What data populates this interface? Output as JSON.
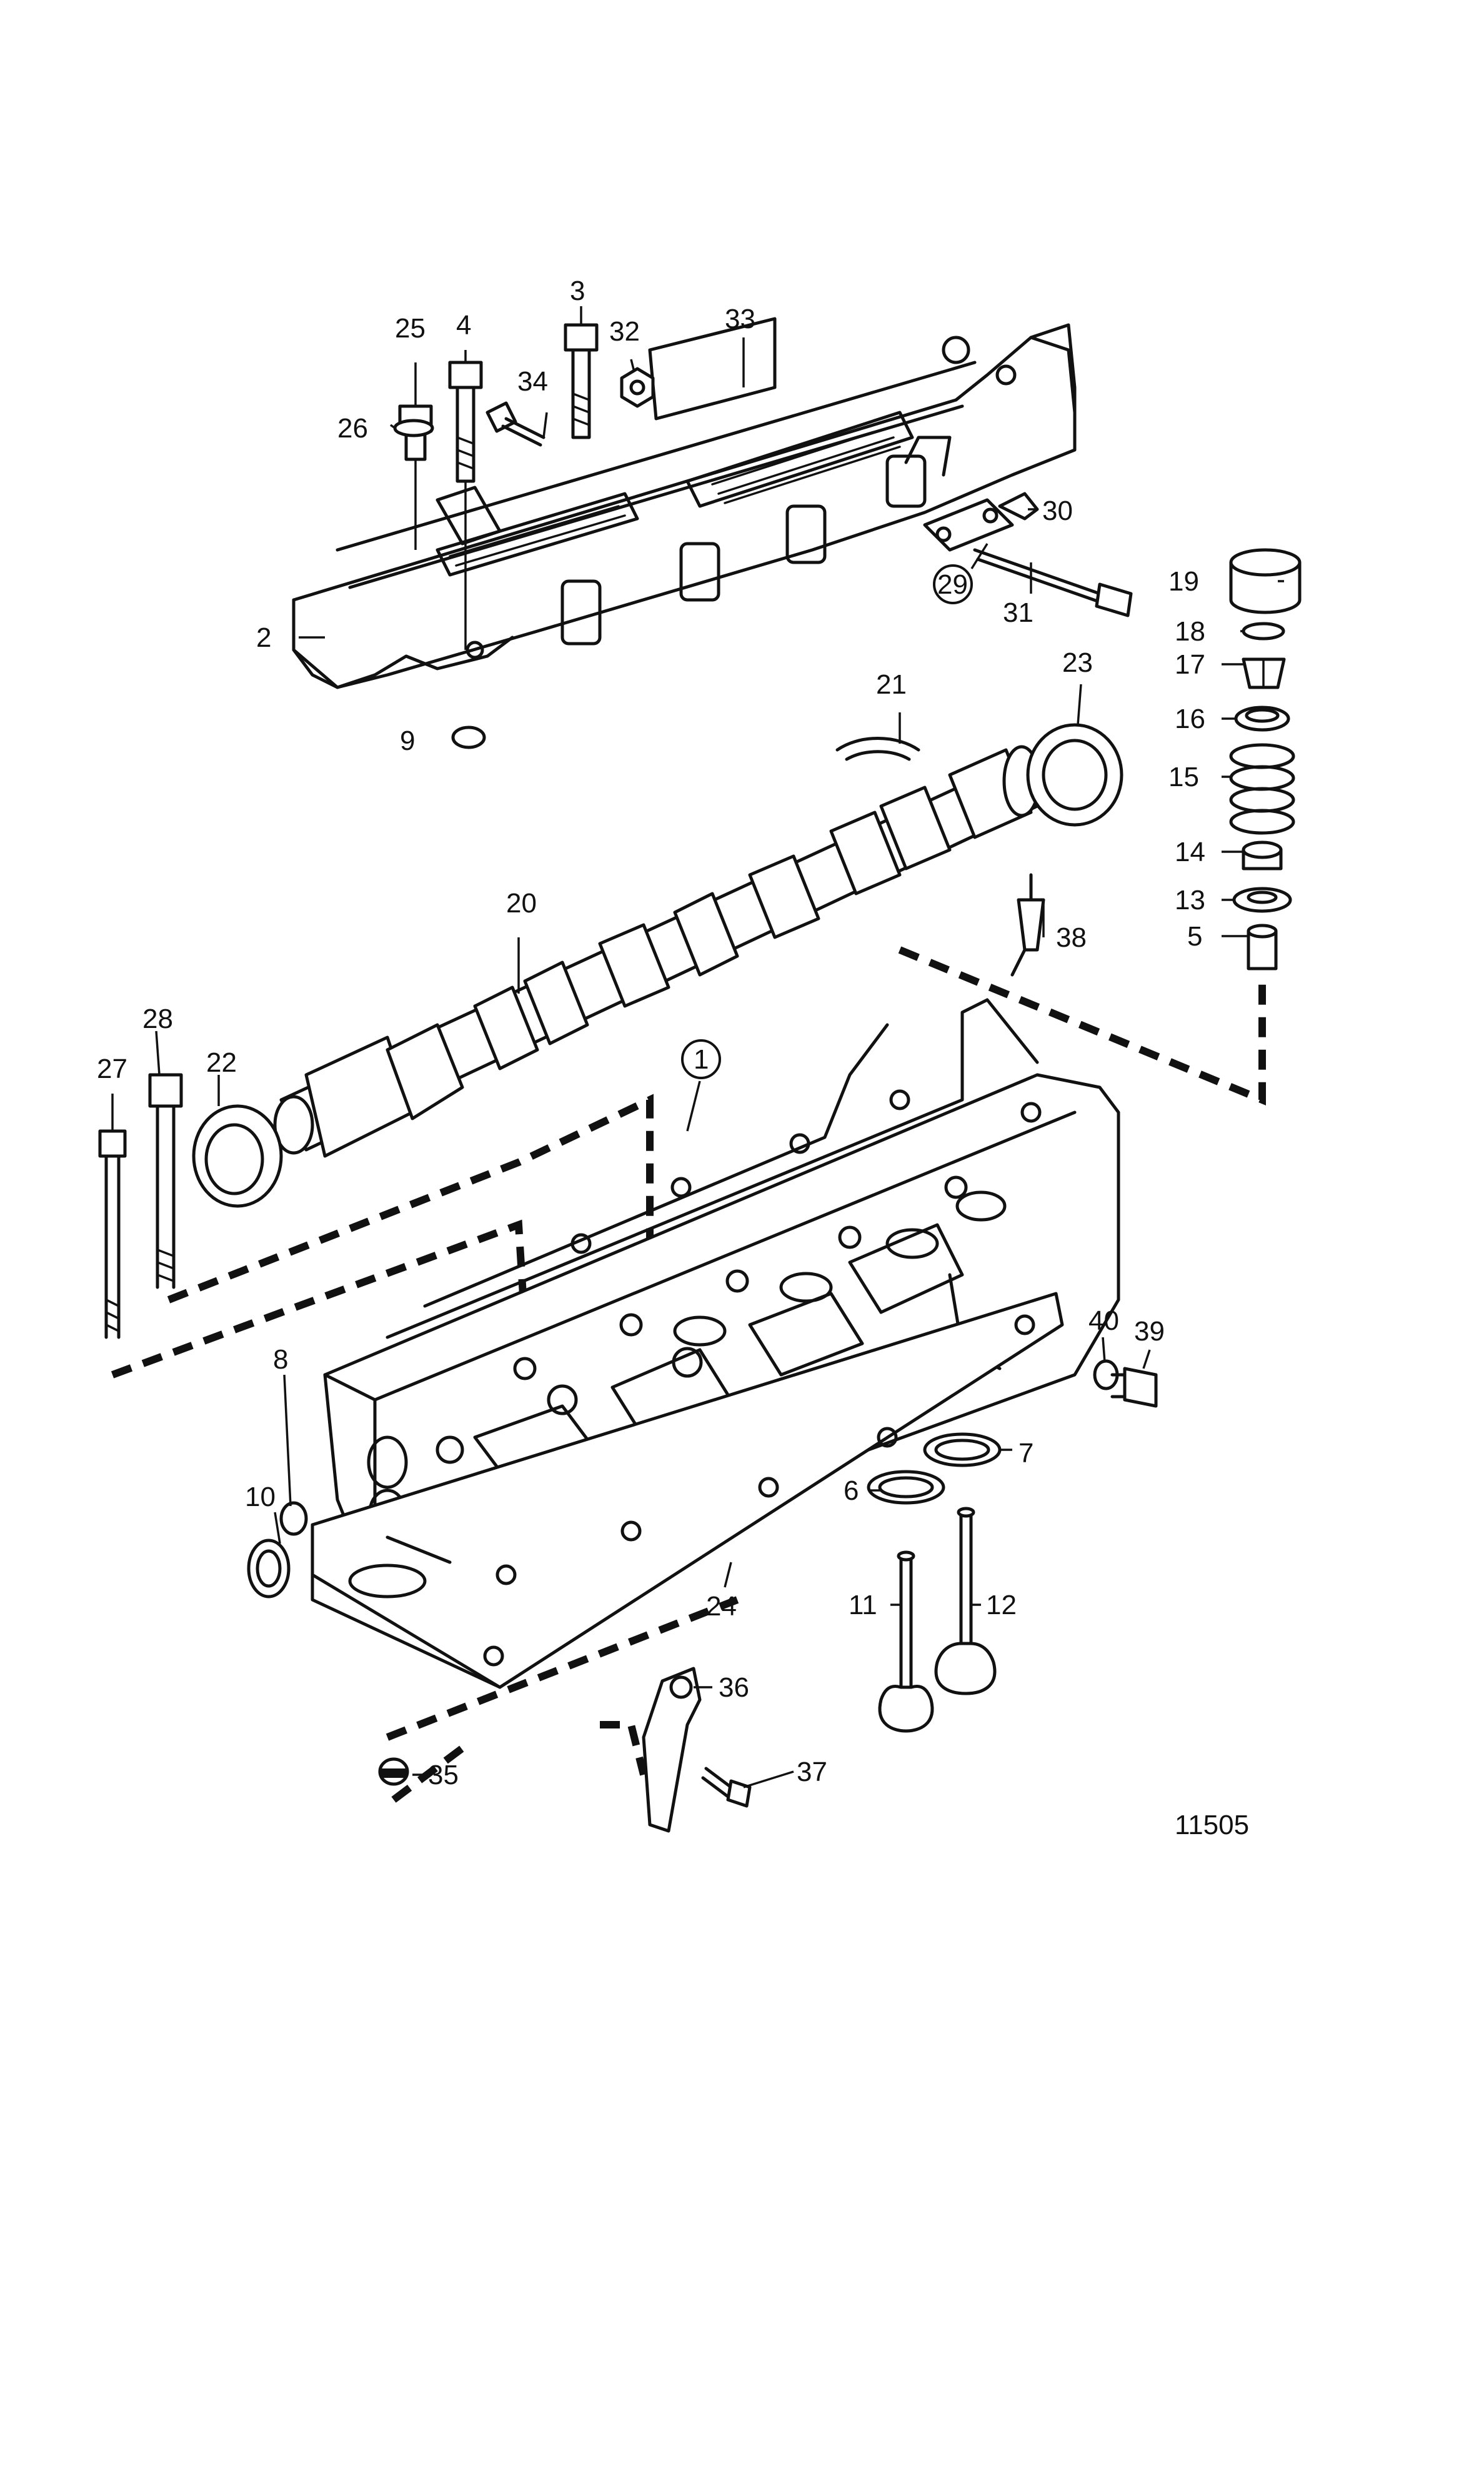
{
  "figure_number": "11505",
  "callouts": [
    {
      "id": "1",
      "label": "1",
      "circled": true
    },
    {
      "id": "2",
      "label": "2"
    },
    {
      "id": "3",
      "label": "3"
    },
    {
      "id": "4",
      "label": "4"
    },
    {
      "id": "5",
      "label": "5"
    },
    {
      "id": "6",
      "label": "6"
    },
    {
      "id": "7",
      "label": "7"
    },
    {
      "id": "8",
      "label": "8"
    },
    {
      "id": "9",
      "label": "9"
    },
    {
      "id": "10",
      "label": "10"
    },
    {
      "id": "11",
      "label": "11"
    },
    {
      "id": "12",
      "label": "12"
    },
    {
      "id": "13",
      "label": "13"
    },
    {
      "id": "14",
      "label": "14"
    },
    {
      "id": "15",
      "label": "15"
    },
    {
      "id": "16",
      "label": "16"
    },
    {
      "id": "17",
      "label": "17"
    },
    {
      "id": "18",
      "label": "18"
    },
    {
      "id": "19",
      "label": "19"
    },
    {
      "id": "20",
      "label": "20"
    },
    {
      "id": "21",
      "label": "21"
    },
    {
      "id": "22",
      "label": "22"
    },
    {
      "id": "23",
      "label": "23"
    },
    {
      "id": "24",
      "label": "24"
    },
    {
      "id": "25",
      "label": "25"
    },
    {
      "id": "26",
      "label": "26"
    },
    {
      "id": "27",
      "label": "27"
    },
    {
      "id": "28",
      "label": "28"
    },
    {
      "id": "29",
      "label": "29",
      "circled": true
    },
    {
      "id": "30",
      "label": "30"
    },
    {
      "id": "31",
      "label": "31"
    },
    {
      "id": "32",
      "label": "32"
    },
    {
      "id": "33",
      "label": "33"
    },
    {
      "id": "34",
      "label": "34"
    },
    {
      "id": "35",
      "label": "35"
    },
    {
      "id": "36",
      "label": "36"
    },
    {
      "id": "37",
      "label": "37"
    },
    {
      "id": "38",
      "label": "38"
    },
    {
      "id": "39",
      "label": "39"
    },
    {
      "id": "40",
      "label": "40"
    }
  ]
}
